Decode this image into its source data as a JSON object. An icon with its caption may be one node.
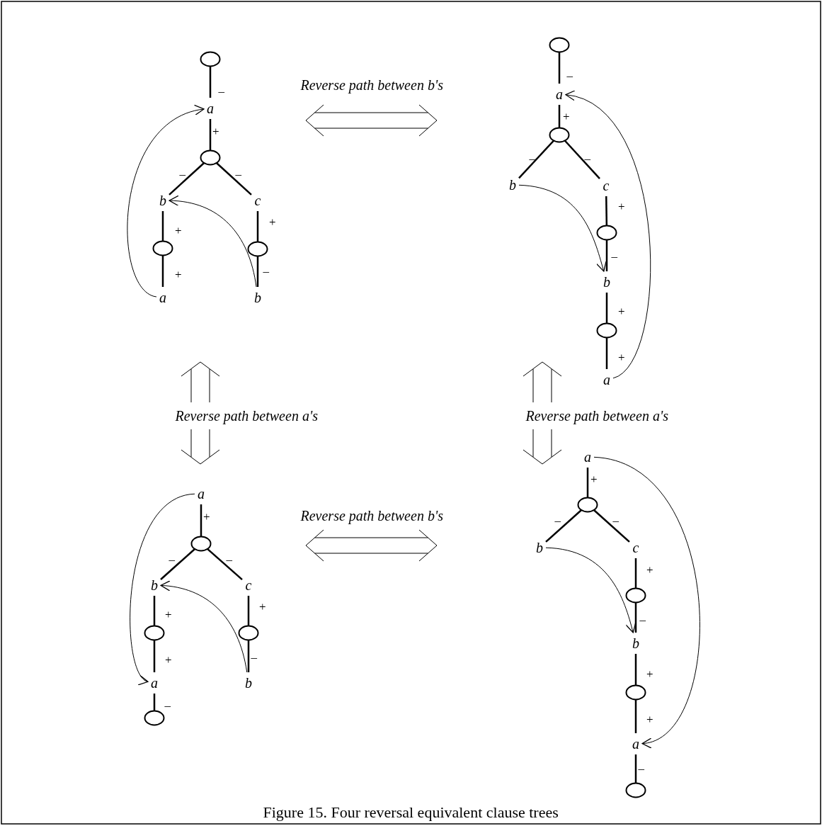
{
  "diagram": {
    "caption": "Figure 15. Four reversal equivalent clause trees",
    "nodes": [
      {
        "text": [],
        "shape": "circle"
      },
      {
        "text": [
          "a"
        ]
      },
      {
        "text": [],
        "shape": "circle"
      },
      {
        "text": [
          "b"
        ]
      },
      {
        "text": [
          "c"
        ]
      },
      {
        "text": [],
        "shape": "circle"
      },
      {
        "text": [],
        "shape": "circle"
      },
      {
        "text": [
          "a"
        ]
      },
      {
        "text": [
          "b"
        ]
      },
      {
        "text": [],
        "shape": "circle"
      },
      {
        "text": [
          "a"
        ]
      },
      {
        "text": [],
        "shape": "circle"
      },
      {
        "text": [
          "b"
        ]
      },
      {
        "text": [
          "c"
        ]
      },
      {
        "text": [],
        "shape": "circle"
      },
      {
        "text": [
          "b"
        ]
      },
      {
        "text": [],
        "shape": "circle"
      },
      {
        "text": [
          "a"
        ]
      },
      {
        "text": [
          "a"
        ]
      },
      {
        "text": [],
        "shape": "circle"
      },
      {
        "text": [
          "b"
        ]
      },
      {
        "text": [
          "c"
        ]
      },
      {
        "text": [],
        "shape": "circle"
      },
      {
        "text": [],
        "shape": "circle"
      },
      {
        "text": [
          "a"
        ]
      },
      {
        "text": [
          "b"
        ]
      },
      {
        "text": [],
        "shape": "circle"
      },
      {
        "text": [
          "a"
        ]
      },
      {
        "text": [],
        "shape": "circle"
      },
      {
        "text": [
          "b"
        ]
      },
      {
        "text": [
          "c"
        ]
      },
      {
        "text": [],
        "shape": "circle"
      },
      {
        "text": [
          "b"
        ]
      },
      {
        "text": [],
        "shape": "circle"
      },
      {
        "text": [
          "a"
        ]
      },
      {
        "text": [],
        "shape": "circle"
      }
    ],
    "edges": [
      {
        "from": 0,
        "to": 1,
        "arrow": "none",
        "label": "–"
      },
      {
        "from": 1,
        "to": 2,
        "arrow": "none",
        "label": "+"
      },
      {
        "from": 2,
        "to": 3,
        "arrow": "none",
        "label": "–"
      },
      {
        "from": 2,
        "to": 4,
        "arrow": "none",
        "label": "–"
      },
      {
        "from": 3,
        "to": 5,
        "arrow": "none",
        "label": "+"
      },
      {
        "from": 5,
        "to": 7,
        "arrow": "none",
        "label": "+"
      },
      {
        "from": 4,
        "to": 6,
        "arrow": "none",
        "label": "+"
      },
      {
        "from": 6,
        "to": 8,
        "arrow": "none",
        "label": "–"
      },
      {
        "from": 7,
        "to": 1,
        "arrow": "to"
      },
      {
        "from": 8,
        "to": 3,
        "arrow": "to"
      },
      {
        "from": 9,
        "to": 10,
        "arrow": "none",
        "label": "–"
      },
      {
        "from": 10,
        "to": 11,
        "arrow": "none",
        "label": "+"
      },
      {
        "from": 11,
        "to": 12,
        "arrow": "none",
        "label": "–"
      },
      {
        "from": 11,
        "to": 13,
        "arrow": "none",
        "label": "–"
      },
      {
        "from": 13,
        "to": 14,
        "arrow": "none",
        "label": "+"
      },
      {
        "from": 14,
        "to": 15,
        "arrow": "none",
        "label": "–"
      },
      {
        "from": 15,
        "to": 16,
        "arrow": "none",
        "label": "+"
      },
      {
        "from": 16,
        "to": 17,
        "arrow": "none",
        "label": "+"
      },
      {
        "from": 12,
        "to": 15,
        "arrow": "to"
      },
      {
        "from": 17,
        "to": 10,
        "arrow": "to"
      },
      {
        "from": 18,
        "to": 19,
        "arrow": "none",
        "label": "+"
      },
      {
        "from": 19,
        "to": 20,
        "arrow": "none",
        "label": "–"
      },
      {
        "from": 19,
        "to": 21,
        "arrow": "none",
        "label": "–"
      },
      {
        "from": 20,
        "to": 22,
        "arrow": "none",
        "label": "+"
      },
      {
        "from": 22,
        "to": 24,
        "arrow": "none",
        "label": "+"
      },
      {
        "from": 24,
        "to": 26,
        "arrow": "none",
        "label": "–"
      },
      {
        "from": 21,
        "to": 23,
        "arrow": "none",
        "label": "+"
      },
      {
        "from": 23,
        "to": 25,
        "arrow": "none",
        "label": "–"
      },
      {
        "from": 18,
        "to": 24,
        "arrow": "to"
      },
      {
        "from": 25,
        "to": 20,
        "arrow": "to"
      },
      {
        "from": 27,
        "to": 28,
        "arrow": "none",
        "label": "+"
      },
      {
        "from": 28,
        "to": 29,
        "arrow": "none",
        "label": "–"
      },
      {
        "from": 28,
        "to": 30,
        "arrow": "none",
        "label": "–"
      },
      {
        "from": 30,
        "to": 31,
        "arrow": "none",
        "label": "+"
      },
      {
        "from": 31,
        "to": 32,
        "arrow": "none",
        "label": "–"
      },
      {
        "from": 32,
        "to": 33,
        "arrow": "none",
        "label": "+"
      },
      {
        "from": 33,
        "to": 34,
        "arrow": "none",
        "label": "+"
      },
      {
        "from": 34,
        "to": 35,
        "arrow": "none",
        "label": "–"
      },
      {
        "from": 29,
        "to": 32,
        "arrow": "to"
      },
      {
        "from": 27,
        "to": 34,
        "arrow": "to"
      }
    ],
    "labels": [
      "Reverse path between b's",
      "Reverse path between a's",
      "Reverse path between a's",
      "Reverse path between b's"
    ]
  }
}
